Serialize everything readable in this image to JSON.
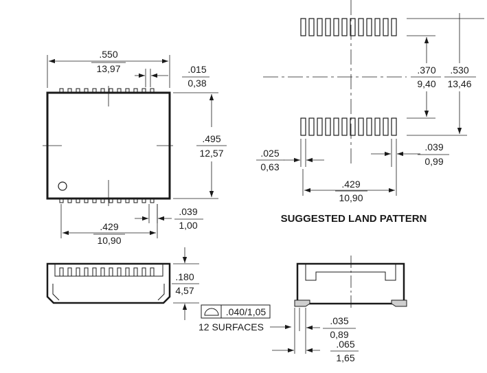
{
  "top_view": {
    "width_in": ".550",
    "width_mm": "13,97",
    "lead_w_in": ".015",
    "lead_w_mm": "0,38",
    "height_in": ".495",
    "height_mm": "12,57",
    "lead_span_in": ".429",
    "lead_span_mm": "10,90",
    "pitch_in": ".039",
    "pitch_mm": "1,00"
  },
  "land_pattern": {
    "title": "SUGGESTED LAND PATTERN",
    "inner_in": ".370",
    "inner_mm": "9,40",
    "outer_in": ".530",
    "outer_mm": "13,46",
    "pad_w_in": ".025",
    "pad_w_mm": "0,63",
    "pitch_in": ".039",
    "pitch_mm": "0,99",
    "span_in": ".429",
    "span_mm": "10,90"
  },
  "side_view": {
    "height_in": ".180",
    "height_mm": "4,57",
    "flatness_value": ".040/1,05",
    "surfaces_note": "12 SURFACES"
  },
  "end_view": {
    "lead_in": ".035",
    "lead_mm": "0,89",
    "standoff_in": ".065",
    "standoff_mm": "1,65"
  }
}
